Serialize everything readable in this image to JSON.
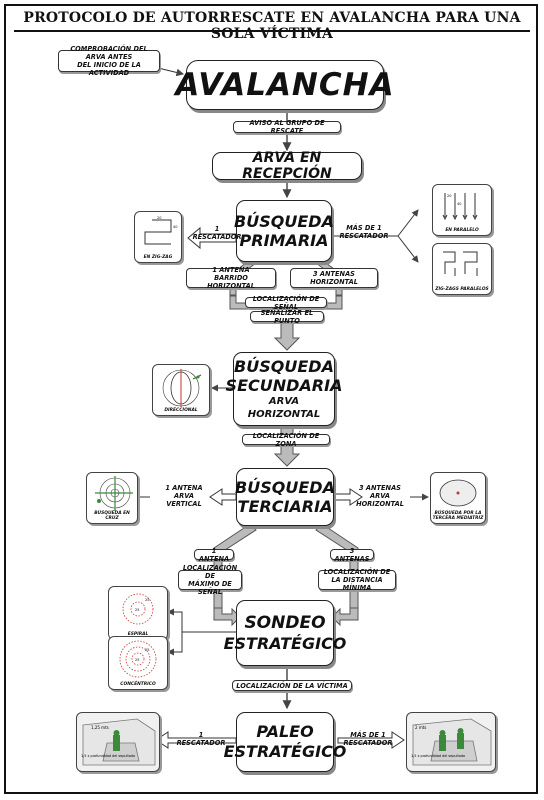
{
  "title": "PROTOCOLO DE AUTORRESCATE EN AVALANCHA PARA UNA SOLA VÍCTIMA",
  "note_arva": [
    "COMPROBACIÓN DEL ARVA ANTES",
    "DEL INICIO DE LA ACTIVIDAD"
  ],
  "avalancha": "AVALANCHA",
  "aviso": "AVISO AL GRUPO DE RESCATE",
  "arva_recepcion": "ARVA EN RECEPCIÓN",
  "primaria": {
    "title1": "BÚSQUEDA",
    "title2": "PRIMARIA",
    "one_rescuer": "1 RESCATADOR",
    "more_rescuers": "MÁS DE 1 RESCATADOR",
    "one_antenna": [
      "1 ANTENA",
      "BARRIDO HORIZONTAL"
    ],
    "three_antennas": [
      "3 ANTENAS",
      "HORIZONTAL"
    ],
    "local_senal": "LOCALIZACIÓN DE SEÑAL",
    "senalizar": "SEÑALIZAR EL PUNTO",
    "cap_zigzag": "EN ZIG-ZAG",
    "cap_paralelo": "EN PARALELO",
    "cap_zigzag_par": "ZIG-ZAGS PARALELOS",
    "pic_nums": [
      "20",
      "40",
      "20",
      "40"
    ]
  },
  "secundaria": {
    "title1": "BÚSQUEDA",
    "title2": "SECUNDARIA",
    "sub": "ARVA HORIZONTAL",
    "cap": "DIRECCIONAL",
    "local_zona": "LOCALIZACIÓN DE ZONA"
  },
  "terciaria": {
    "title1": "BÚSQUEDA",
    "title2": "TERCIARIA",
    "one_antenna": [
      "1 ANTENA",
      "ARVA VERTICAL"
    ],
    "three_antennas": [
      "3 ANTENAS",
      "ARVA HORIZONTAL"
    ],
    "cap_cruz": "BÚSQUEDA EN CRUZ",
    "cap_mediatriz": [
      "BÚSQUEDA POR LA",
      "TERCERA MEDIATRIZ"
    ],
    "branch_one": "1 ANTENA",
    "branch_three": "3 ANTENAS",
    "loc_max": [
      "LOCALIZACIÓN DE",
      "MÁXIMO DE SEÑAL"
    ],
    "loc_min": [
      "LOCALIZACIÓN DE",
      "LA DISTANCIA MÍNIMA"
    ]
  },
  "sondeo": {
    "title1": "SONDEO",
    "title2": "ESTRATÉGICO",
    "cap_espiral": "ESPIRAL",
    "cap_concentrico": "CONCÉNTRICO",
    "nums": [
      "25",
      "25",
      "25",
      "25"
    ],
    "local_victima": "LOCALIZACIÓN DE LA VÍCTIMA"
  },
  "paleo": {
    "title1": "PALEO",
    "title2": "ESTRATÉGICO",
    "one_rescuer": "1 RESCATADOR",
    "more_rescuers": "MÁS DE 1 RESCATADOR",
    "left_top": "1,25 mts",
    "left_bottom": "1,5 x profundidad del sepultado",
    "right_top": "2 mts",
    "right_bottom": "1,5 x profundidad del sepultado"
  },
  "colors": {
    "arrow_fill": "#b8b8b8",
    "arrow_stroke": "#555555",
    "green": "#3a8a3a"
  }
}
